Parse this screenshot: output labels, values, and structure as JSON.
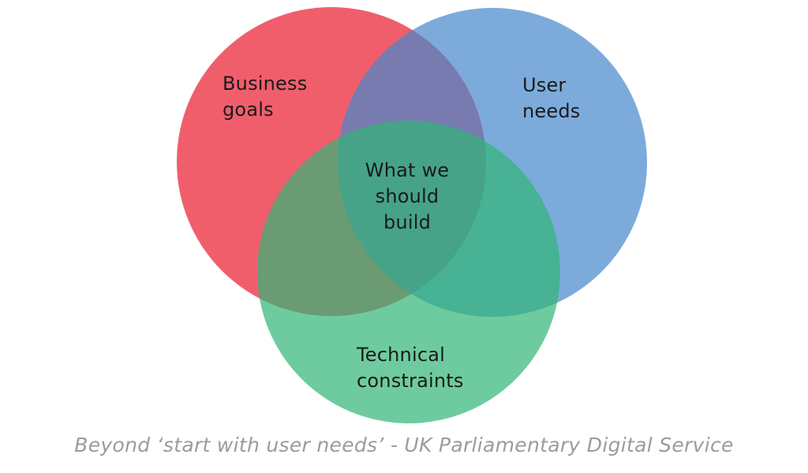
{
  "venn": {
    "circles": [
      {
        "name": "business-goals",
        "label": "Business\ngoals",
        "fill": "rgba(234,26,45,0.7)",
        "flat_color": "#F05F6C"
      },
      {
        "name": "user-needs",
        "label": "User\nneeds",
        "fill": "rgba(68,135,204,0.7)",
        "flat_color": "#7CABDB"
      },
      {
        "name": "technical-constraints",
        "label": "Technical\nconstraints",
        "fill": "rgba(49,181,118,0.7)",
        "flat_color": "#6FCB9F"
      }
    ],
    "intersection_label": "What we\nshould\nbuild",
    "overlap_colors": {
      "business_user": "#7277AB",
      "business_technical": "#6F9C6C",
      "user_technical": "#44B28F",
      "center": "#45A387"
    },
    "label_color": "#1a1a1a"
  },
  "caption": {
    "text": "Beyond ‘start with user needs’ - UK Parliamentary Digital Service",
    "color": "#9B9B9B"
  }
}
